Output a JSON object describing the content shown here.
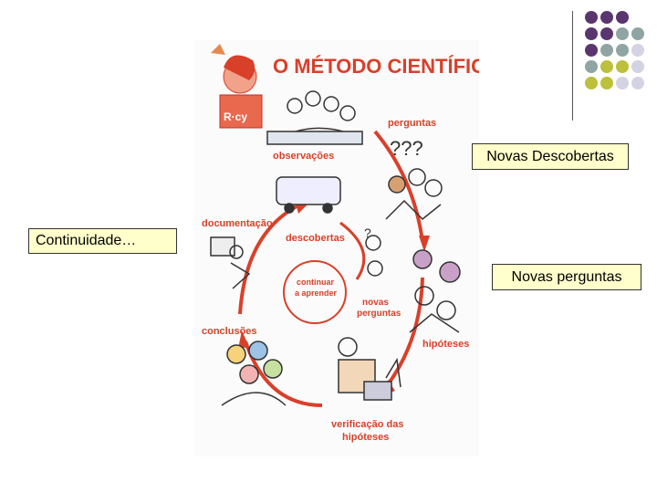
{
  "illustration": {
    "title": "O MÉTODO CIENTÍFICO",
    "labels": {
      "perguntas": "perguntas",
      "observacoes": "observações",
      "documentacao": "documentação",
      "descobertas": "descobertas",
      "continuar": "continuar",
      "aprender": "a aprender",
      "novas": "novas",
      "perguntas2": "perguntas",
      "hipoteses": "hipóteses",
      "conclusoes": "conclusões",
      "verificacao": "verificação das",
      "verificacao2": "hipóteses"
    }
  },
  "notes": {
    "descobertas": "Novas Descobertas",
    "continuidade": "Continuidade…",
    "perguntas": "Novas perguntas"
  },
  "colors": {
    "purple": "#5b3570",
    "teal": "#8fa5a3",
    "olive": "#bcc03a",
    "lavender": "#d3d3e3",
    "accent_red": "#d9402a",
    "note_bg": "#ffffcc"
  }
}
